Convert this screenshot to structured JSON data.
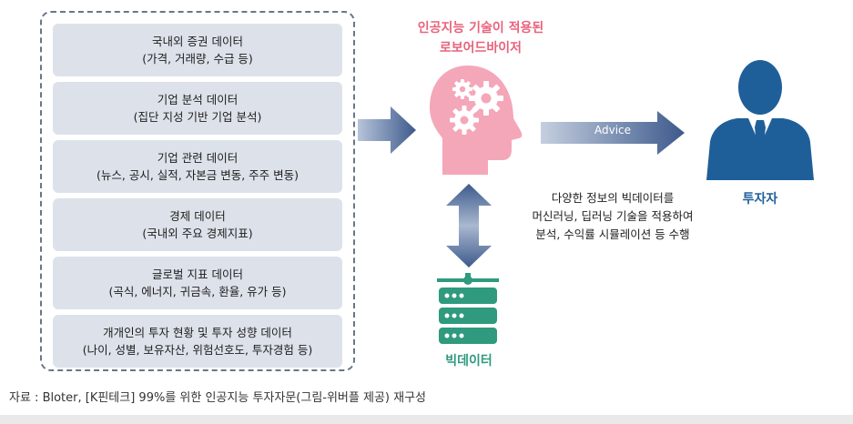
{
  "data_sources": [
    {
      "title": "국내외 증권 데이터",
      "detail": "(가격, 거래량, 수급 등)"
    },
    {
      "title": "기업 분석 데이터",
      "detail": "(집단 지성 기반 기업 분석)"
    },
    {
      "title": "기업 관련 데이터",
      "detail": "(뉴스, 공시, 실적, 자본금 변동, 주주 변동)"
    },
    {
      "title": "경제 데이터",
      "detail": "(국내외 주요 경제지표)"
    },
    {
      "title": "글로벌 지표 데이터",
      "detail": "(곡식, 에너지, 귀금속, 환율, 유가 등)"
    },
    {
      "title": "개개인의 투자 현황 및 투자 성향 데이터",
      "detail": "(나이, 성별, 보유자산, 위험선호도, 투자경험 등)"
    }
  ],
  "robo_advisor": {
    "title_line1": "인공지능 기술이 적용된",
    "title_line2": "로보어드바이저"
  },
  "advice_label": "Advice",
  "investor_label": "투자자",
  "description": {
    "line1": "다양한 정보의 빅데이터를",
    "line2": "머신러닝, 딥러닝 기술을 적용하여",
    "line3": "분석, 수익률 시뮬레이션 등 수행"
  },
  "bigdata_label": "빅데이터",
  "source_note": "자료 : Bloter, [K핀테크] 99%를 위한 인공지능 투자자문(그림-위버플 제공) 재구성",
  "colors": {
    "panel_box": "#dde2ea",
    "arrow": "#3d5a8c",
    "head": "#f4a7b9",
    "ai_title": "#e8637c",
    "investor": "#1f5f99",
    "bigdata": "#2f9a7e"
  },
  "icons": [
    "robot-head-gears-icon",
    "investor-businessman-icon",
    "bigdata-server-icon"
  ]
}
